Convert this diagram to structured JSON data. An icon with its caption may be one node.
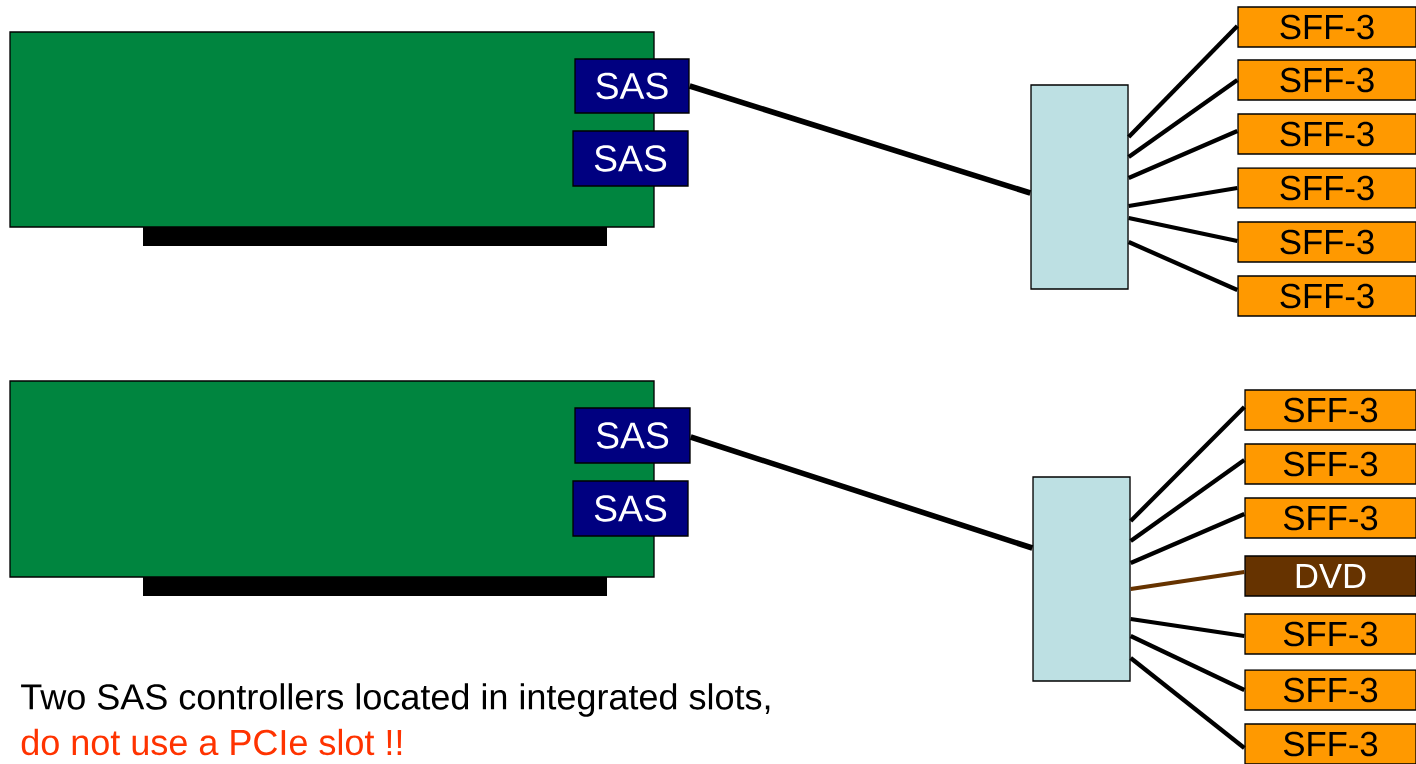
{
  "diagram": {
    "nodes": [
      {
        "text": [],
        "shape": "box"
      },
      {
        "text": [
          "SAS"
        ]
      },
      {
        "text": [
          "SAS"
        ]
      },
      {
        "text": [],
        "shape": "box"
      },
      {
        "text": [
          "SFF-3"
        ]
      },
      {
        "text": [
          "SFF-3"
        ]
      },
      {
        "text": [
          "SFF-3"
        ]
      },
      {
        "text": [
          "SFF-3"
        ]
      },
      {
        "text": [
          "SFF-3"
        ]
      },
      {
        "text": [
          "SFF-3"
        ]
      },
      {
        "text": [],
        "shape": "box"
      },
      {
        "text": [
          "SAS"
        ]
      },
      {
        "text": [
          "SAS"
        ]
      },
      {
        "text": [],
        "shape": "box"
      },
      {
        "text": [
          "SFF-3"
        ]
      },
      {
        "text": [
          "SFF-3"
        ]
      },
      {
        "text": [
          "SFF-3"
        ]
      },
      {
        "text": [
          "DVD"
        ]
      },
      {
        "text": [
          "SFF-3"
        ]
      },
      {
        "text": [
          "SFF-3"
        ]
      },
      {
        "text": [
          "SFF-3"
        ]
      }
    ],
    "edges": [
      {
        "from": 1,
        "to": 3,
        "arrow": "none"
      },
      {
        "from": 3,
        "to": 4,
        "arrow": "none"
      },
      {
        "from": 3,
        "to": 5,
        "arrow": "none"
      },
      {
        "from": 3,
        "to": 6,
        "arrow": "none"
      },
      {
        "from": 3,
        "to": 7,
        "arrow": "none"
      },
      {
        "from": 3,
        "to": 8,
        "arrow": "none"
      },
      {
        "from": 3,
        "to": 9,
        "arrow": "none"
      },
      {
        "from": 11,
        "to": 13,
        "arrow": "none"
      },
      {
        "from": 13,
        "to": 14,
        "arrow": "none"
      },
      {
        "from": 13,
        "to": 15,
        "arrow": "none"
      },
      {
        "from": 13,
        "to": 16,
        "arrow": "none"
      },
      {
        "from": 13,
        "to": 17,
        "arrow": "none",
        "color": "#663300"
      },
      {
        "from": 13,
        "to": 18,
        "arrow": "none"
      },
      {
        "from": 13,
        "to": 19,
        "arrow": "none"
      },
      {
        "from": 13,
        "to": 20,
        "arrow": "none"
      }
    ],
    "labels": [
      "Two SAS controllers located in integrated slots,",
      "do not use a PCIe slot !!"
    ]
  }
}
